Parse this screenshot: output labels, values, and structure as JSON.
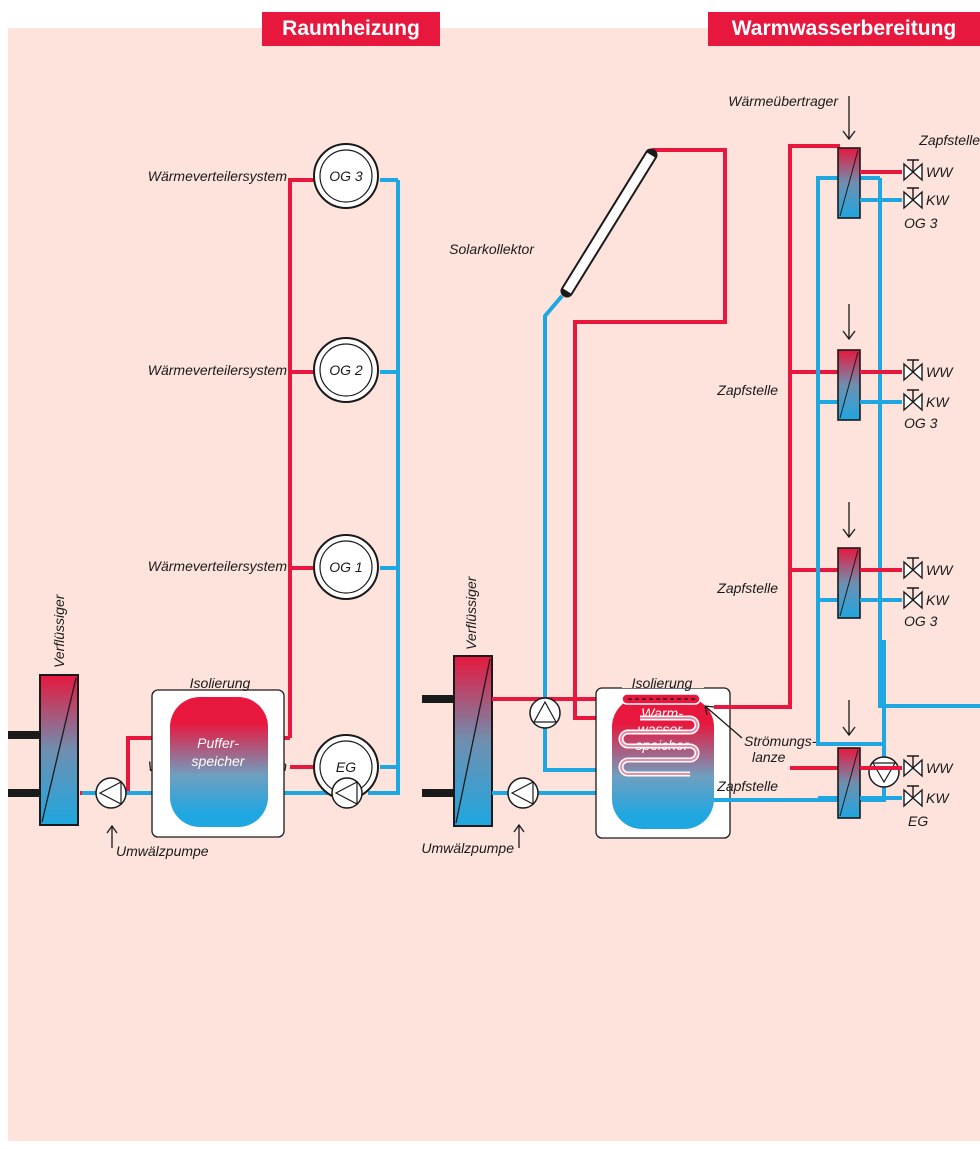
{
  "headers": {
    "space_heating": "Raumheizung",
    "hot_water": "Warmwasserbereitung"
  },
  "left": {
    "distribution_label": "Wärmeverteilersystem",
    "floors": [
      "OG 3",
      "OG 2",
      "OG 1",
      "EG"
    ],
    "condenser": "Verflüssiger",
    "insulation": "Isolierung",
    "buffer_tank_line1": "Puffer-",
    "buffer_tank_line2": "speicher",
    "circulation_pump": "Umwälzpumpe"
  },
  "right": {
    "heat_exchanger": "Wärmeübertrager",
    "tap_point": "Zapfstelle",
    "solar_collector": "Solarkollektor",
    "condenser": "Verflüssiger",
    "insulation": "Isolierung",
    "dhw_tank_line1": "Warm-",
    "dhw_tank_line2": "wasser-",
    "dhw_tank_line3": "speicher",
    "flow_lance_line1": "Strömungs-",
    "flow_lance_line2": "lanze",
    "circulation_pump": "Umwälzpumpe",
    "ww": "WW",
    "kw": "KW",
    "tap_floors": [
      "OG 3",
      "OG 3",
      "OG 3",
      "EG"
    ]
  },
  "colors": {
    "hot": "#e8173e",
    "cold": "#1ea7e1",
    "background": "#fde3dc",
    "header": "#e8173e"
  }
}
